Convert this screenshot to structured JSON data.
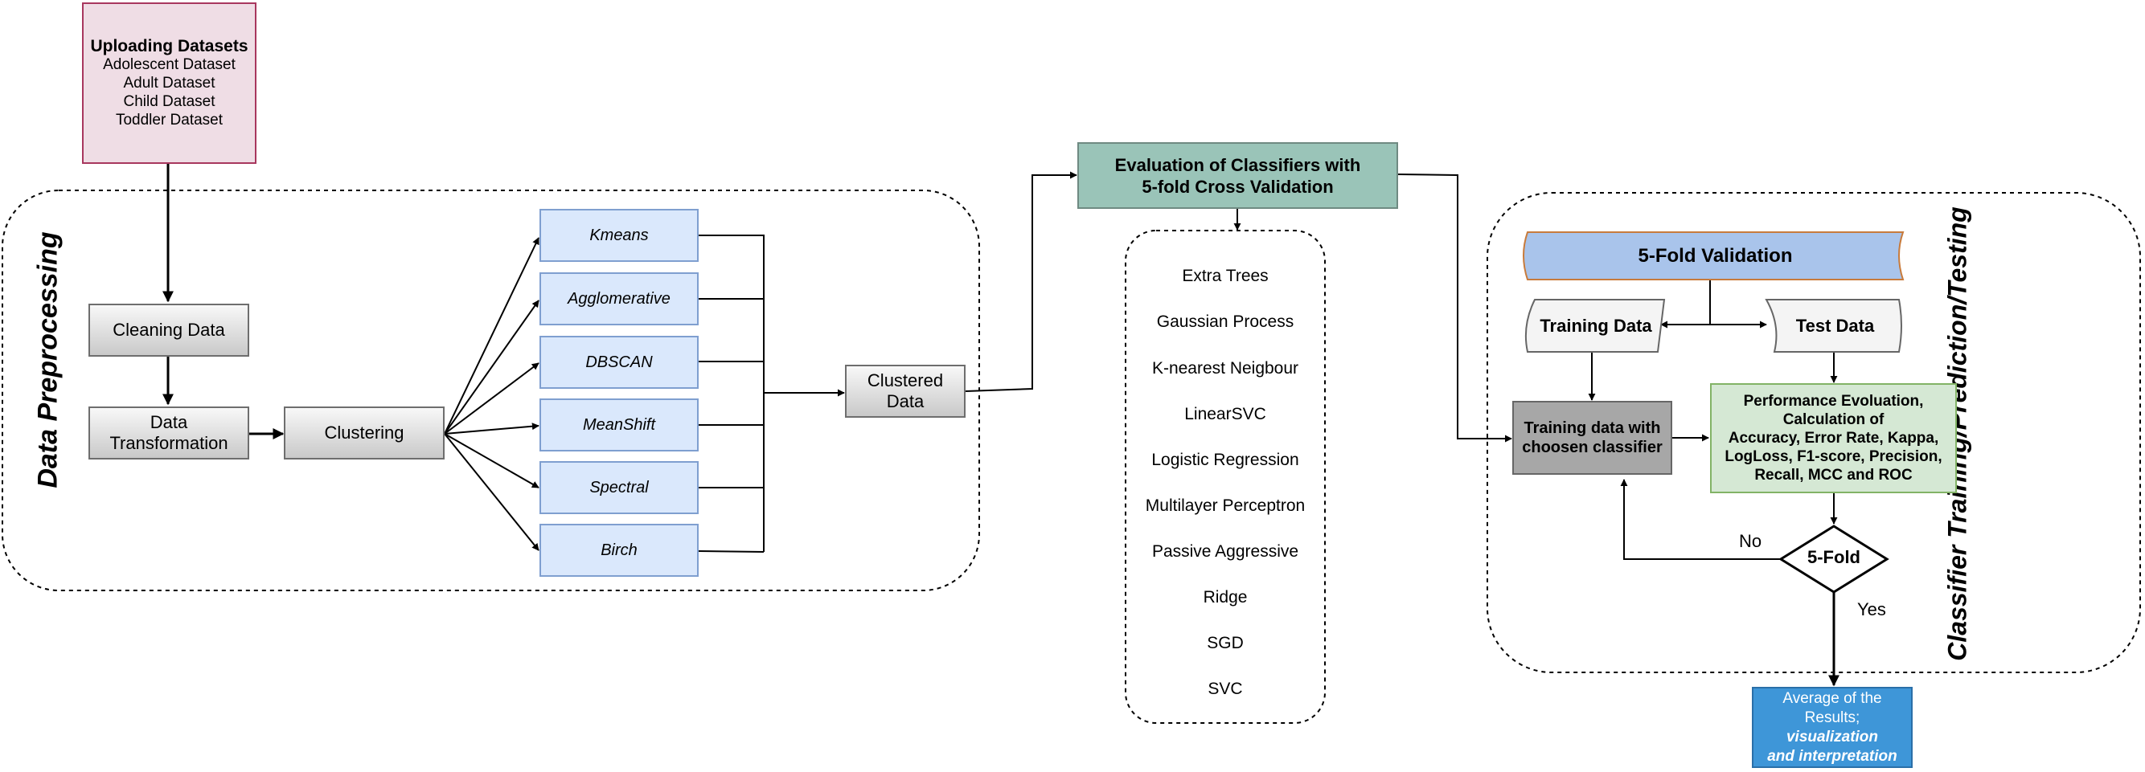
{
  "upload": {
    "title": "Uploading Datasets",
    "lines": [
      "Adolescent Dataset",
      "Adult Dataset",
      "Child Dataset",
      "Toddler Dataset"
    ]
  },
  "preprocessing": {
    "group_label": "Data Preprocessing",
    "cleaning": "Cleaning Data",
    "transformation": "Data Transformation",
    "clustering": "Clustering",
    "algorithms": [
      "Kmeans",
      "Agglomerative",
      "DBSCAN",
      "MeanShift",
      "Spectral",
      "Birch"
    ],
    "clustered": "Clustered Data"
  },
  "evaluation": {
    "title_line1": "Evaluation of Classifiers with",
    "title_line2": "5-fold Cross Validation",
    "classifiers": [
      "Extra Trees",
      "Gaussian Process",
      "K-nearest Neigbour",
      "LinearSVC",
      "Logistic Regression",
      "Multilayer Perceptron",
      "Passive Aggressive",
      "Ridge",
      "SGD",
      "SVC"
    ]
  },
  "training": {
    "group_label": "Classifier Training/Prediction/Testing",
    "validation": "5-Fold Validation",
    "training_data": "Training Data",
    "test_data": "Test Data",
    "classifier_box_line1": "Training data with",
    "classifier_box_line2": "choosen classifier",
    "perf_lines": [
      "Performance Evoluation,",
      "Calculation of",
      "Accuracy, Error Rate, Kappa,",
      "LogLoss, F1-score, Precision,",
      "Recall, MCC and ROC"
    ],
    "decision": "5-Fold",
    "no_label": "No",
    "yes_label": "Yes"
  },
  "result": {
    "line1": "Average of the",
    "line2": "Results;",
    "line3": "visualization",
    "line4": "and interpretation"
  },
  "colors": {
    "upload_fill": "#efdde5",
    "cluster_fill": "#dae8fc",
    "eval_fill": "#9ac4b8",
    "classifier_fill": "#fff2cc",
    "validation_fill": "#a9c4eb",
    "perf_fill": "#d5e8d4",
    "result_fill": "#3e96d8"
  }
}
